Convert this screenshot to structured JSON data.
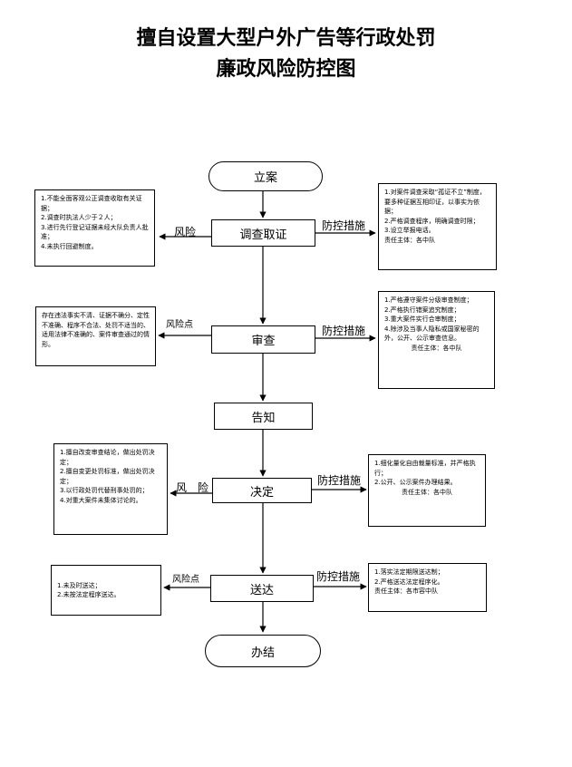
{
  "title": {
    "line1": "擅自设置大型户外广告等行政处罚",
    "line2": "廉政风险防控图"
  },
  "flow": {
    "start": "立案",
    "end": "办结",
    "steps": [
      "调查取证",
      "审查",
      "告知",
      "决定",
      "送达"
    ]
  },
  "labels": {
    "risk1": "风险",
    "risk2": "风险点",
    "risk4": "风　险",
    "risk5": "风险点",
    "measure": "防控措施"
  },
  "risks": {
    "investigate": [
      "1.不能全面客观公正调查收取有关证据；",
      "2.调查时执法人少于２人；",
      "3.进行先行登记证据未经大队负责人批准；",
      "4.未执行回避制度。"
    ],
    "review": [
      "存在违法事实不清、证据不确分、定性不准确、程序不合法、处罚不适当的、适用法律不准确的、案件审查通过的情形。"
    ],
    "decide": [
      "1.擅自改变审查结论，做出处罚决定；",
      "2.擅自变更处罚标准，做出处罚决定；",
      "3.以行政处罚代替刑事处罚的；",
      "4.对重大案件未集体讨论的。"
    ],
    "deliver": [
      "1.未及时送达；",
      "2.未按法定程序送达。"
    ]
  },
  "measures": {
    "investigate": [
      "1.对案件调查采取“孤证不立”制度，要多种证据互相印证，以事实为依据；",
      "2.严格调查程序，明确调查时限；",
      "3.设立举报电话。",
      "责任主体：各中队"
    ],
    "review": [
      "1.严格遵守案件分级审查制度；",
      "2.严格执行错案追究制度；",
      "3.重大案件实行合审制度；",
      "4.除涉及当事人隐私或国家秘密的外，公开、公示审查信息。",
      "责任主体：各中队"
    ],
    "decide": [
      "1.细化量化自由裁量标准，并严格执行；",
      "2.公开、公示案件办理结果。",
      "",
      "责任主体：各中队"
    ],
    "deliver": [
      "1.落实法定期限送达制；",
      "2.严格送达法定程序化。",
      "责任主体：各市容中队"
    ]
  }
}
